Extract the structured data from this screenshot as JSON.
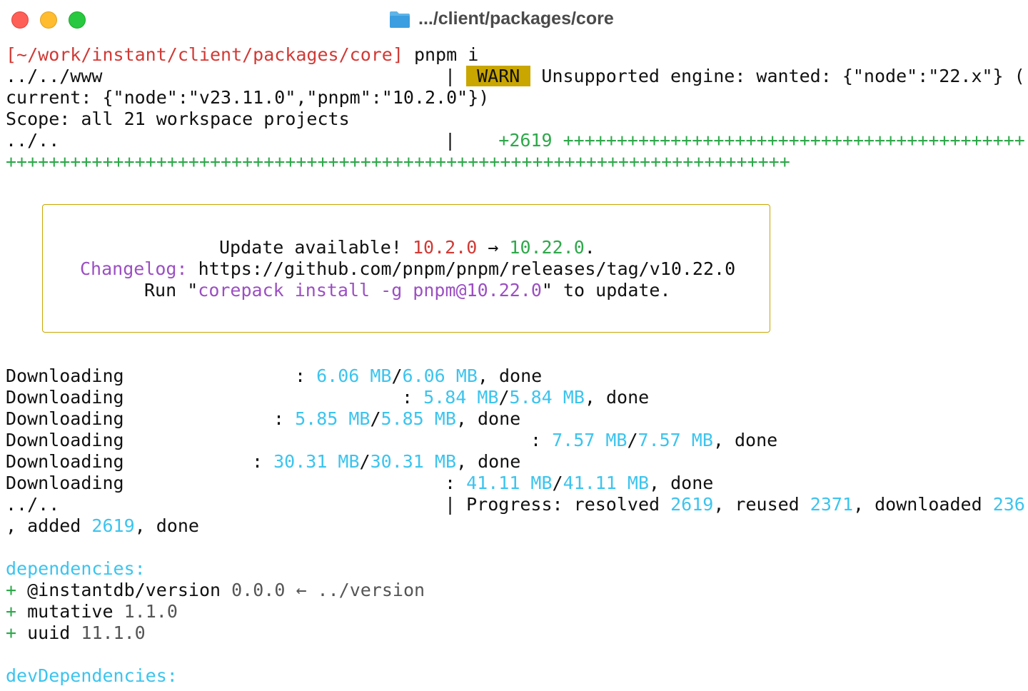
{
  "window": {
    "title": ".../client/packages/core"
  },
  "prompt": {
    "path": "[~/work/instant/client/packages/core]",
    "command": " pnpm i"
  },
  "warn": {
    "path": "../../www",
    "sep": "|",
    "badge": "WARN",
    "msg": " Unsupported engine: wanted: {\"node\":\"22.x\"} (",
    "cont": "current: {\"node\":\"v23.11.0\",\"pnpm\":\"10.2.0\"})"
  },
  "scope": "Scope: all 21 workspace projects",
  "progress_line": {
    "path": "../..",
    "sep": "|",
    "added": "+2619",
    "plus1": "+++++++++++++++++++++++++++++++++++++++++++",
    "plus2": "+++++++++++++++++++++++++++++++++++++++++++++++++++++++++++++++++++++++++"
  },
  "update_box": {
    "l1a": "Update available! ",
    "old": "10.2.0",
    "arrow": " → ",
    "new": "10.22.0",
    "dot": ".",
    "l2a": "Changelog:",
    "l2b": " https://github.com/pnpm/pnpm/releases/tag/v10.22.0",
    "l3a": "Run \"",
    "cmd": "corepack install -g pnpm@10.22.0",
    "l3b": "\" to update."
  },
  "downloads": [
    {
      "label": "Downloading",
      "got": "6.06 MB",
      "total": "6.06 MB",
      "status": "done"
    },
    {
      "label": "Downloading",
      "got": "5.84 MB",
      "total": "5.84 MB",
      "status": "done"
    },
    {
      "label": "Downloading",
      "got": "5.85 MB",
      "total": "5.85 MB",
      "status": "done"
    },
    {
      "label": "Downloading",
      "got": "7.57 MB",
      "total": "7.57 MB",
      "status": "done"
    },
    {
      "label": "Downloading",
      "got": "30.31 MB",
      "total": "30.31 MB",
      "status": "done"
    },
    {
      "label": "Downloading",
      "got": "41.11 MB",
      "total": "41.11 MB",
      "status": "done"
    }
  ],
  "progress": {
    "path": "../..",
    "sep": "|",
    "label": "Progress: resolved ",
    "resolved": "2619",
    "reused_label": ", reused ",
    "reused": "2371",
    "downloaded_label": ", downloaded ",
    "downloaded": "236",
    "added_label": ", added ",
    "added": "2619",
    "done": ", done"
  },
  "dependencies": {
    "header": "dependencies:",
    "items": [
      {
        "plus": "+",
        "name": "@instantdb/version",
        "version": "0.0.0",
        "link": " ← ../version"
      },
      {
        "plus": "+",
        "name": "mutative",
        "version": "1.1.0",
        "link": ""
      },
      {
        "plus": "+",
        "name": "uuid",
        "version": "11.1.0",
        "link": ""
      }
    ]
  },
  "devDependencies": {
    "header": "devDependencies:"
  },
  "colors": {
    "red": "#d03a35",
    "green": "#2ea84a",
    "cyan": "#3cc4ee",
    "purple": "#9b4fc2",
    "warn": "#c9a600"
  }
}
